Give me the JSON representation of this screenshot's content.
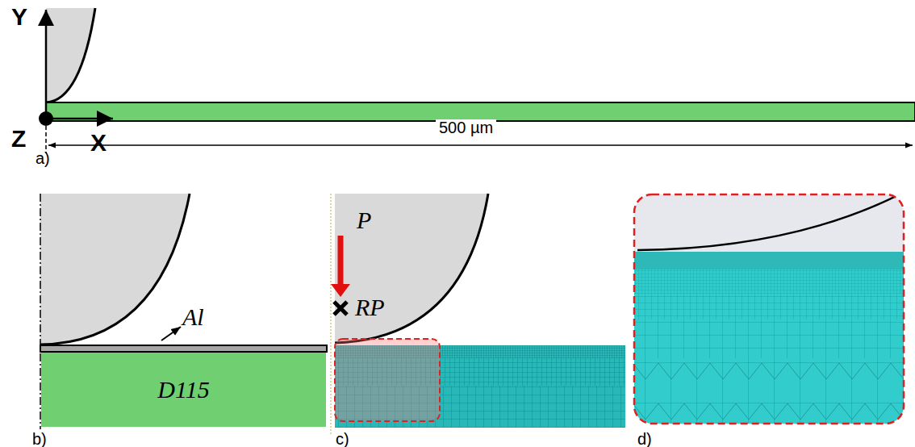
{
  "diagram": {
    "nodes": [
      {
        "text": [
          "D115"
        ]
      }
    ],
    "edges": [],
    "labels": [
      "Y",
      "X",
      "Z",
      "500 µm",
      "a)",
      "b)",
      "Al",
      "P",
      "RP",
      "c)",
      "d)"
    ]
  }
}
